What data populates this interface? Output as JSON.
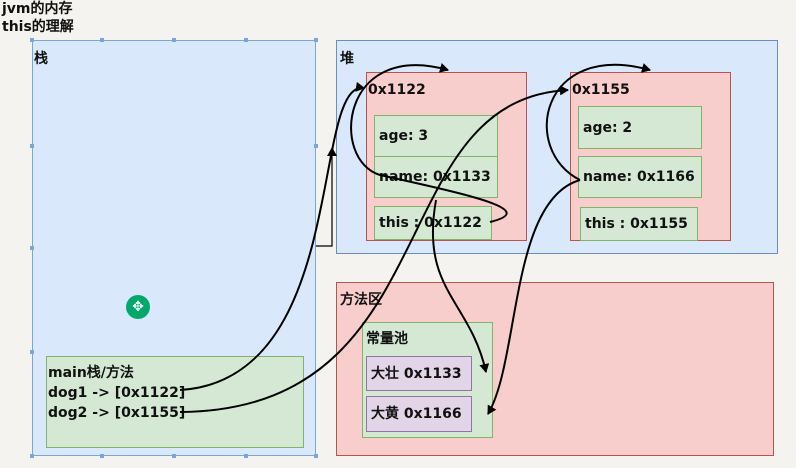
{
  "title": {
    "line1": "jvm的内存",
    "line2": "this的理解"
  },
  "stack": {
    "label": "栈",
    "main_frame": {
      "label": "main栈/方法",
      "dog1": "dog1 -> [0x1122]",
      "dog2": "dog2 -> [0x1155]"
    }
  },
  "heap": {
    "label": "堆",
    "objects": [
      {
        "address": "0x1122",
        "age": "age: 3",
        "name": "name: 0x1133",
        "this": "this : 0x1122"
      },
      {
        "address": "0x1155",
        "age": "age: 2",
        "name": "name: 0x1166",
        "this": "this : 0x1155"
      }
    ]
  },
  "method_area": {
    "label": "方法区",
    "constant_pool": {
      "label": "常量池",
      "strings": [
        "大壮 0x1133",
        "大黄 0x1166"
      ]
    }
  },
  "colors": {
    "stack_fill": "#dae8fc",
    "heap_fill": "#dae8fc",
    "object_fill": "#f8cecc",
    "field_fill": "#d5e8d4",
    "string_fill": "#e1d5e7",
    "method_area_fill": "#f8cecc",
    "selection_handle": "#00a86b"
  },
  "icons": {
    "move_handle": "move-handle-icon"
  }
}
